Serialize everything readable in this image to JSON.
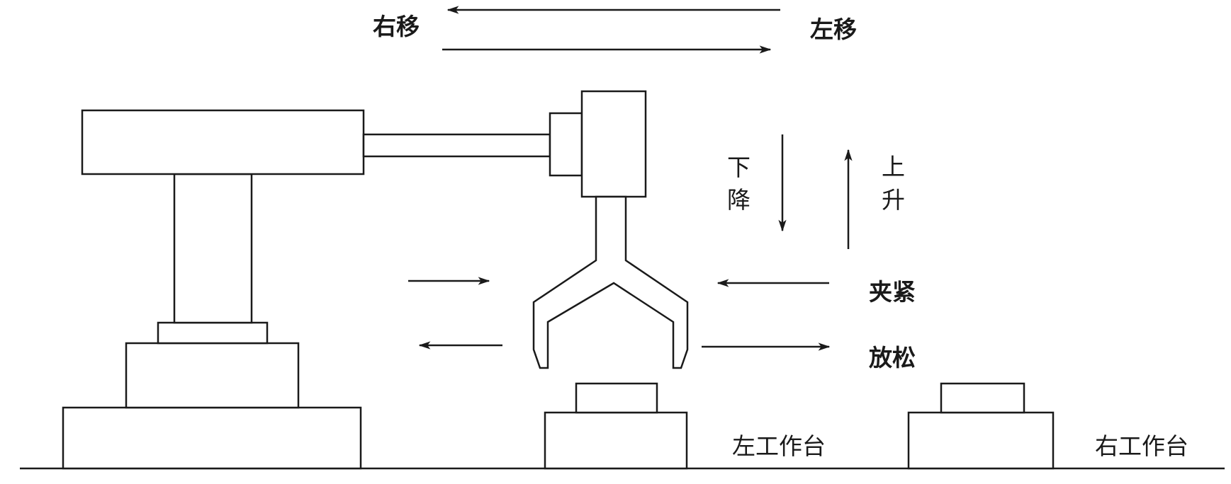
{
  "labels": {
    "move_right": "右移",
    "move_left": "左移",
    "descend_1": "下",
    "descend_2": "降",
    "ascend_1": "上",
    "ascend_2": "升",
    "clamp": "夹紧",
    "release": "放松",
    "left_table": "左工作台",
    "right_table": "右工作台"
  },
  "colors": {
    "stroke": "#1a1a1a",
    "background": "#ffffff"
  }
}
